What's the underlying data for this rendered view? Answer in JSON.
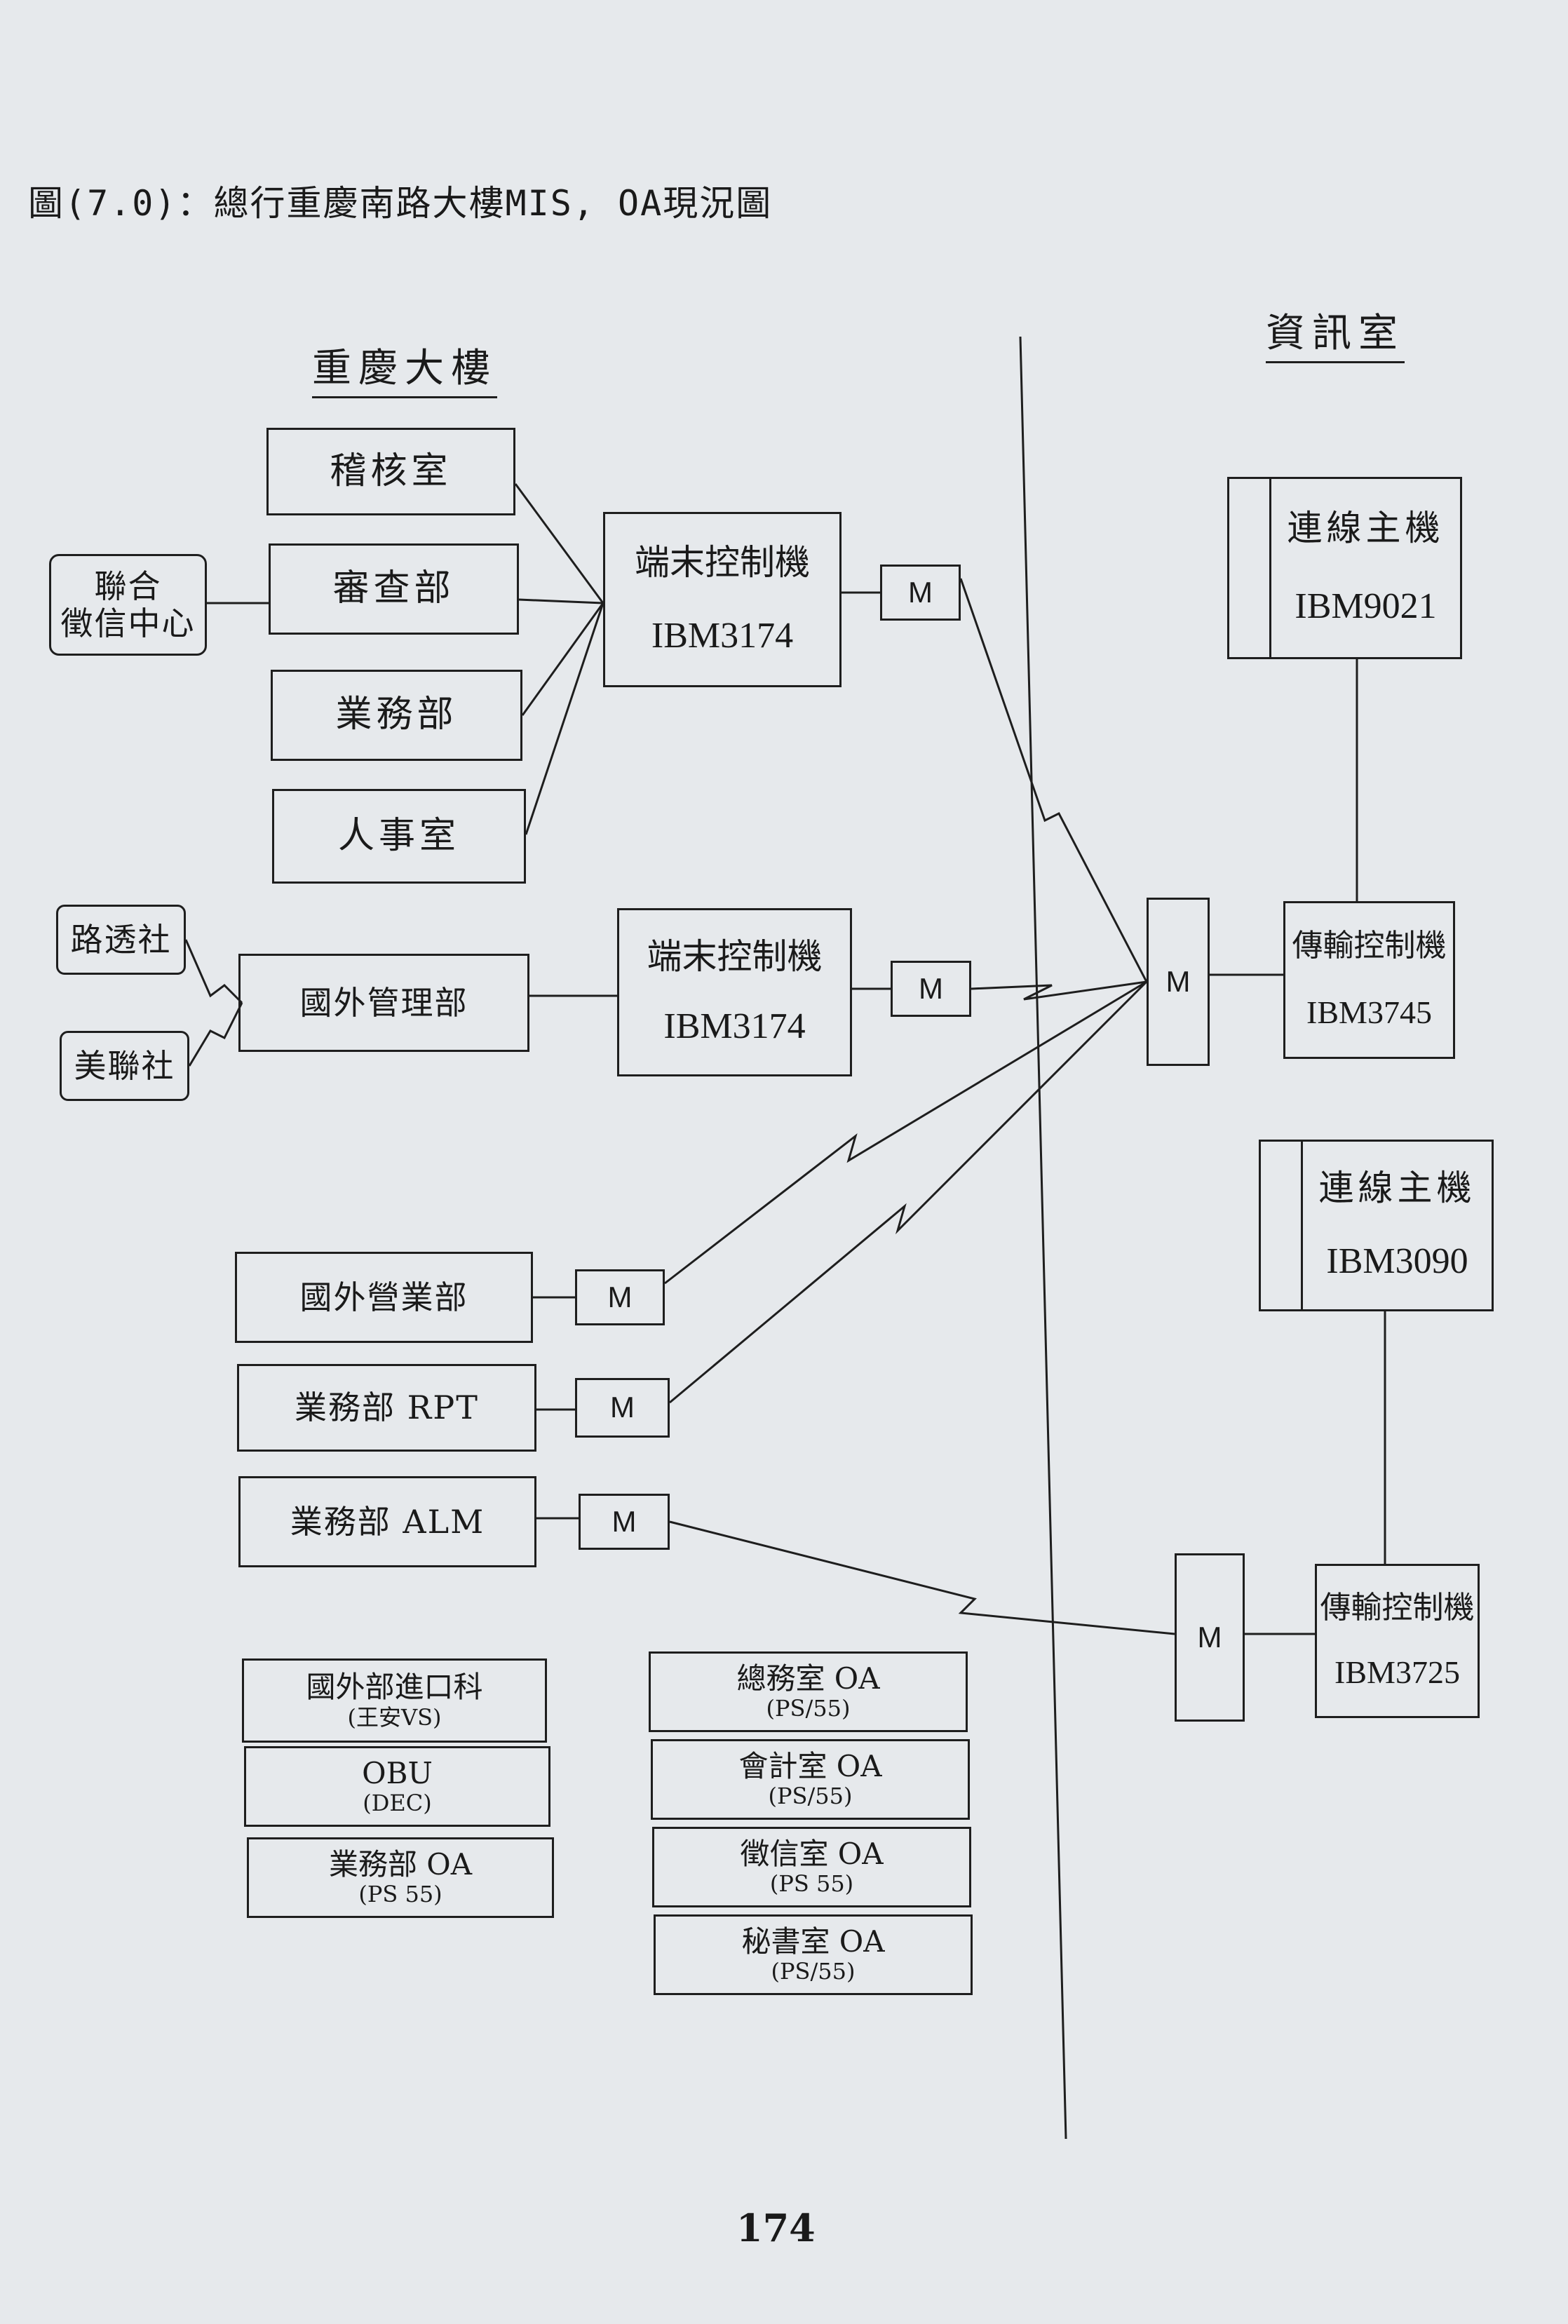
{
  "title": "圖(7.0)：總行重慶南路大樓MIS, OA現況圖",
  "sections": {
    "left": "重慶大樓",
    "right": "資訊室"
  },
  "boxes": {
    "jihe": "稽核室",
    "shencha": "審查部",
    "yewu": "業務部",
    "renshi": "人事室",
    "lianhe": "聯合\n徵信中心",
    "lutou": "路透社",
    "meilian": "美聯社",
    "guowai_mgmt": "國外管理部",
    "guowai_ops": "國外營業部",
    "yewu_rpt": "業務部 RPT",
    "yewu_alm": "業務部 ALM"
  },
  "controllers": {
    "ctrl1": {
      "name": "端末控制機",
      "model": "IBM3174"
    },
    "ctrl2": {
      "name": "端末控制機",
      "model": "IBM3174"
    },
    "trans1": {
      "name": "傳輸控制機",
      "model": "IBM3745"
    },
    "trans2": {
      "name": "傳輸控制機",
      "model": "IBM3725"
    }
  },
  "mainframes": {
    "mf1": {
      "name": "連線主機",
      "model": "IBM9021"
    },
    "mf2": {
      "name": "連線主機",
      "model": "IBM3090"
    }
  },
  "modem_label": "M",
  "oa_left": [
    {
      "name": "國外部進口科",
      "sub": "(王安VS)"
    },
    {
      "name": "OBU",
      "sub": "(DEC)"
    },
    {
      "name": "業務部 OA",
      "sub": "(PS 55)"
    }
  ],
  "oa_right": [
    {
      "name": "總務室 OA",
      "sub": "(PS/55)"
    },
    {
      "name": "會計室 OA",
      "sub": "(PS/55)"
    },
    {
      "name": "徵信室 OA",
      "sub": "(PS 55)"
    },
    {
      "name": "秘書室 OA",
      "sub": "(PS/55)"
    }
  ],
  "page_number": "174"
}
